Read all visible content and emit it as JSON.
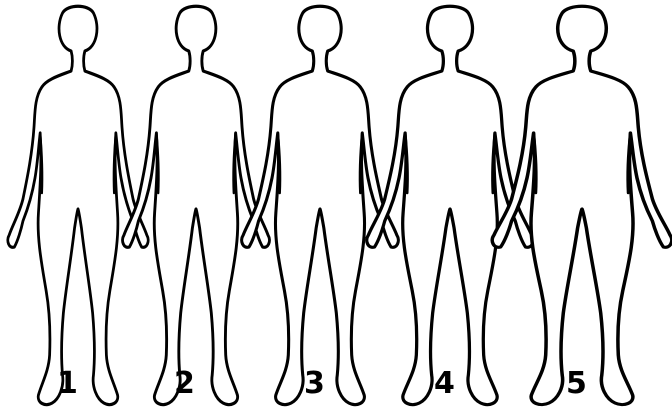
{
  "figures": [
    {
      "label": "1"
    },
    {
      "label": "2"
    },
    {
      "label": "3"
    },
    {
      "label": "4"
    },
    {
      "label": "5"
    }
  ],
  "colors": {
    "stroke": "#000000",
    "background": "#ffffff"
  }
}
